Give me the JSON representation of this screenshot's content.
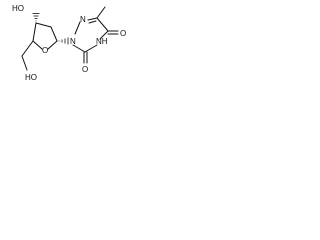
{
  "molecule": {
    "atom_labels": {
      "ho_top": "HO",
      "oh_bottom": "HO",
      "ring_o": "O",
      "n1": "N",
      "n2": "N",
      "nh": "NH",
      "o_carbonyl_bottom": "O",
      "o_carbonyl_right": "O"
    },
    "colors": {
      "ink": "#111111",
      "background": "#ffffff"
    }
  }
}
